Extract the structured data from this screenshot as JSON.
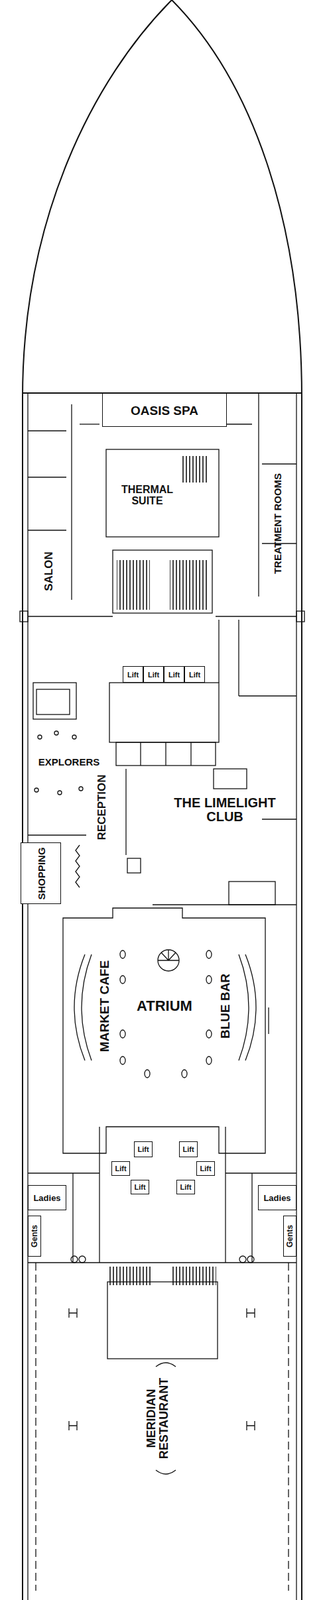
{
  "diagram": {
    "nodes": [
      {
        "text": [
          "OASIS SPA"
        ]
      },
      {
        "text": [
          "Lift"
        ]
      },
      {
        "text": [
          "Lift"
        ]
      },
      {
        "text": [
          "Lift"
        ]
      },
      {
        "text": [
          "Lift"
        ]
      },
      {
        "text": [
          "SHOPPING"
        ]
      },
      {
        "text": [
          "Lift"
        ]
      },
      {
        "text": [
          "Lift"
        ]
      },
      {
        "text": [
          "Lift"
        ]
      },
      {
        "text": [
          "Lift"
        ]
      },
      {
        "text": [
          "Lift"
        ]
      },
      {
        "text": [
          "Lift"
        ]
      },
      {
        "text": [
          "Ladies"
        ]
      },
      {
        "text": [
          "Ladies"
        ]
      },
      {
        "text": [
          "Gents"
        ]
      },
      {
        "text": [
          "Gents"
        ]
      }
    ],
    "labels": [
      "THERMAL SUITE",
      "TREATMENT ROOMS",
      "SALON",
      "EXPLORERS",
      "RECEPTION",
      "THE LIMELIGHT CLUB",
      "MARKET CAFE",
      "ATRIUM",
      "BLUE BAR",
      "MERIDIAN RESTAURANT"
    ]
  }
}
